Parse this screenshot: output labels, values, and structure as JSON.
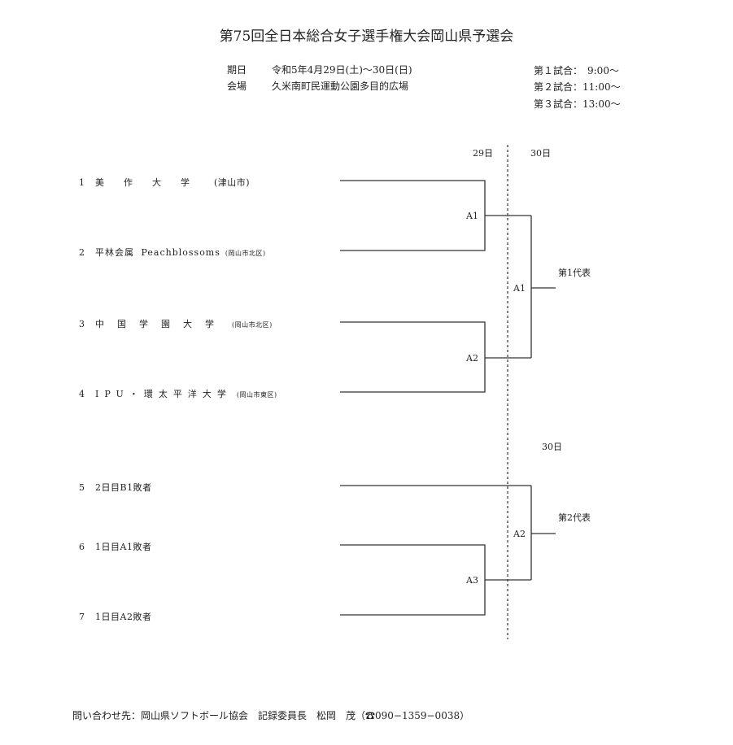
{
  "title": "第75回全日本総合女子選手権大会岡山県予選会",
  "info": {
    "date_label": "期日",
    "date_value": "令和5年4月29日(土)～30日(日)",
    "venue_label": "会場",
    "venue_value": "久米南町民運動公園多目的広場",
    "schedule": [
      "第１試合：　9:00～",
      "第２試合：11:00～",
      "第３試合：13:00～"
    ]
  },
  "days": {
    "day1": "29日",
    "day2": "30日",
    "day2b": "30日"
  },
  "teams": [
    {
      "num": "1",
      "name": "美作大学",
      "city": "(津山市)"
    },
    {
      "num": "2",
      "name": "平林会属 Peachblossoms",
      "city": "(岡山市北区)"
    },
    {
      "num": "3",
      "name": "中国学園大学",
      "city": "(岡山市北区)"
    },
    {
      "num": "4",
      "name": "IPU・環太平洋大学",
      "city": "(岡山市東区)"
    },
    {
      "num": "5",
      "name": "2日目B1敗者",
      "city": ""
    },
    {
      "num": "6",
      "name": "1日目A1敗者",
      "city": ""
    },
    {
      "num": "7",
      "name": "1日目A2敗者",
      "city": ""
    }
  ],
  "matches": {
    "day1_a1": "A1",
    "day1_a2": "A2",
    "day2_a1": "A1",
    "day2_a2": "A2",
    "day2_a3": "A3"
  },
  "representatives": {
    "first": "第1代表",
    "second": "第2代表"
  },
  "footer": "問い合わせ先：岡山県ソフトボール協会　記録委員長　松岡　茂（☎090−1359−0038）"
}
